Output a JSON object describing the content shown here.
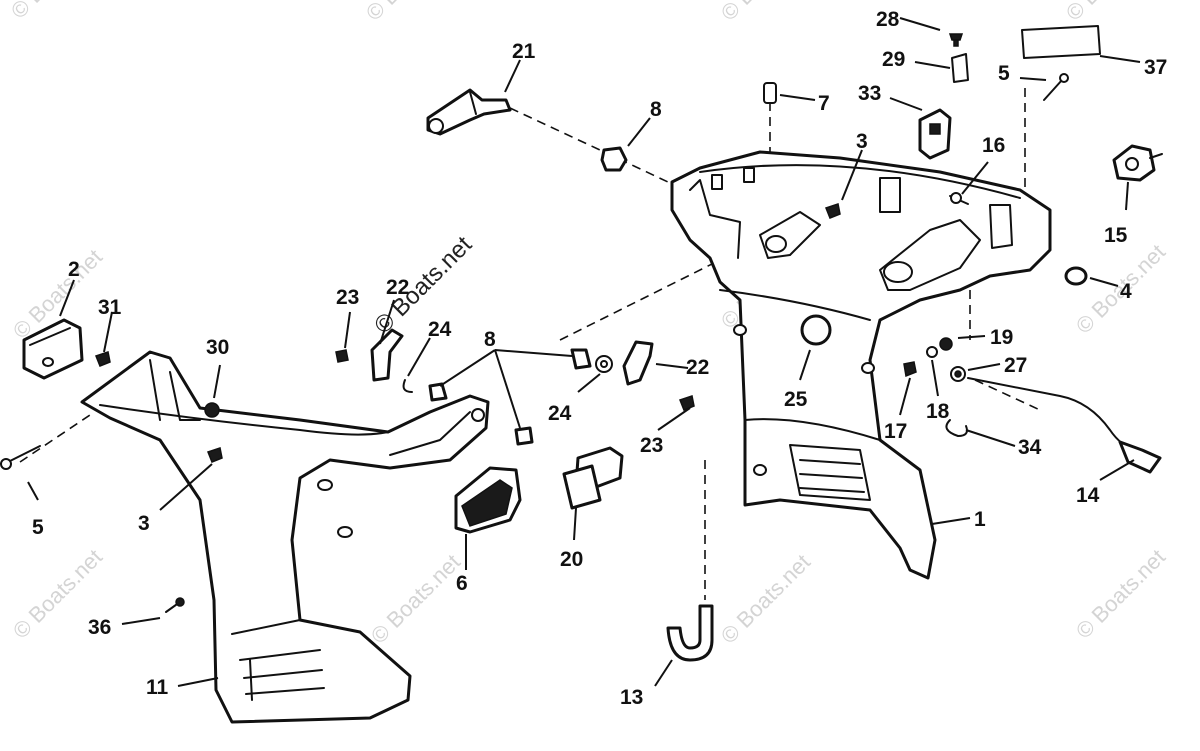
{
  "watermark": "© Boats.net",
  "callouts": {
    "c1": "1",
    "c2": "2",
    "c3a": "3",
    "c3b": "3",
    "c4": "4",
    "c5a": "5",
    "c5b": "5",
    "c6": "6",
    "c7": "7",
    "c8a": "8",
    "c8b": "8",
    "c11": "11",
    "c13": "13",
    "c14": "14",
    "c15": "15",
    "c16": "16",
    "c17": "17",
    "c18": "18",
    "c19": "19",
    "c20": "20",
    "c21": "21",
    "c22a": "22",
    "c22b": "22",
    "c23a": "23",
    "c23b": "23",
    "c24a": "24",
    "c24b": "24",
    "c25": "25",
    "c27": "27",
    "c28": "28",
    "c29": "29",
    "c30": "30",
    "c31": "31",
    "c33": "33",
    "c34": "34",
    "c36": "36",
    "c37": "37"
  }
}
